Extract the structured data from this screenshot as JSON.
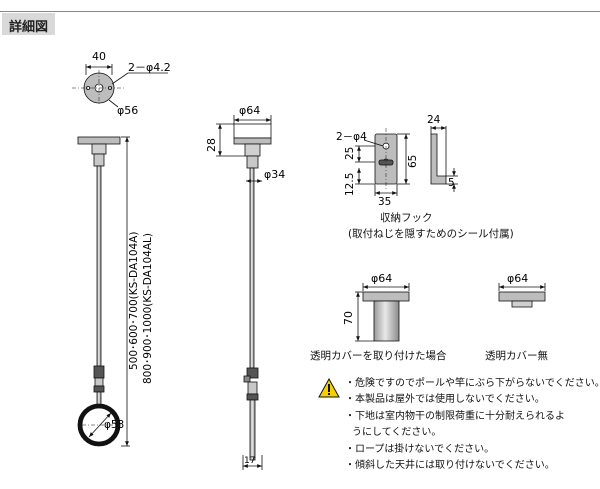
{
  "header": {
    "title": "詳細図"
  },
  "dims": {
    "top_width": "40",
    "hole": "2－φ4.2",
    "flange_dia": "φ56",
    "length_a": "500･600･700(KS-DA104A)",
    "length_b": "800･900･1000(KS-DA104AL)",
    "ring_dia": "φ53",
    "cover_dia": "φ64",
    "cover_height": "28",
    "pipe_dia": "φ34",
    "bottom_width": "17",
    "hook_hole": "2－φ4",
    "hook_w": "24",
    "hook_25": "25",
    "hook_65": "65",
    "hook_125": "12.5",
    "hook_35": "35",
    "hook_5": "5",
    "cover_h70": "70",
    "cover2_dia": "φ64",
    "cover3_dia": "φ64"
  },
  "captions": {
    "hook_title": "収納フック",
    "hook_sub": "(取付ねじを隠すためのシール付属)",
    "with_cover": "透明カバーを取り付けた場合",
    "without_cover": "透明カバー無"
  },
  "notes": [
    {
      "text": "・危険ですのでポールや竿にぶら下がらないでください。",
      "indent": false
    },
    {
      "text": "・本製品は屋外では使用しないでください。",
      "indent": false
    },
    {
      "text": "・下地は室内物干の制限荷重に十分耐えられるよ",
      "indent": false
    },
    {
      "text": "うにしてください。",
      "indent": true
    },
    {
      "text": "・ロープは掛けないでください。",
      "indent": false
    },
    {
      "text": "・傾斜した天井には取り付けないでください。",
      "indent": false
    }
  ],
  "icons": {
    "warning": "warning-triangle-icon"
  }
}
